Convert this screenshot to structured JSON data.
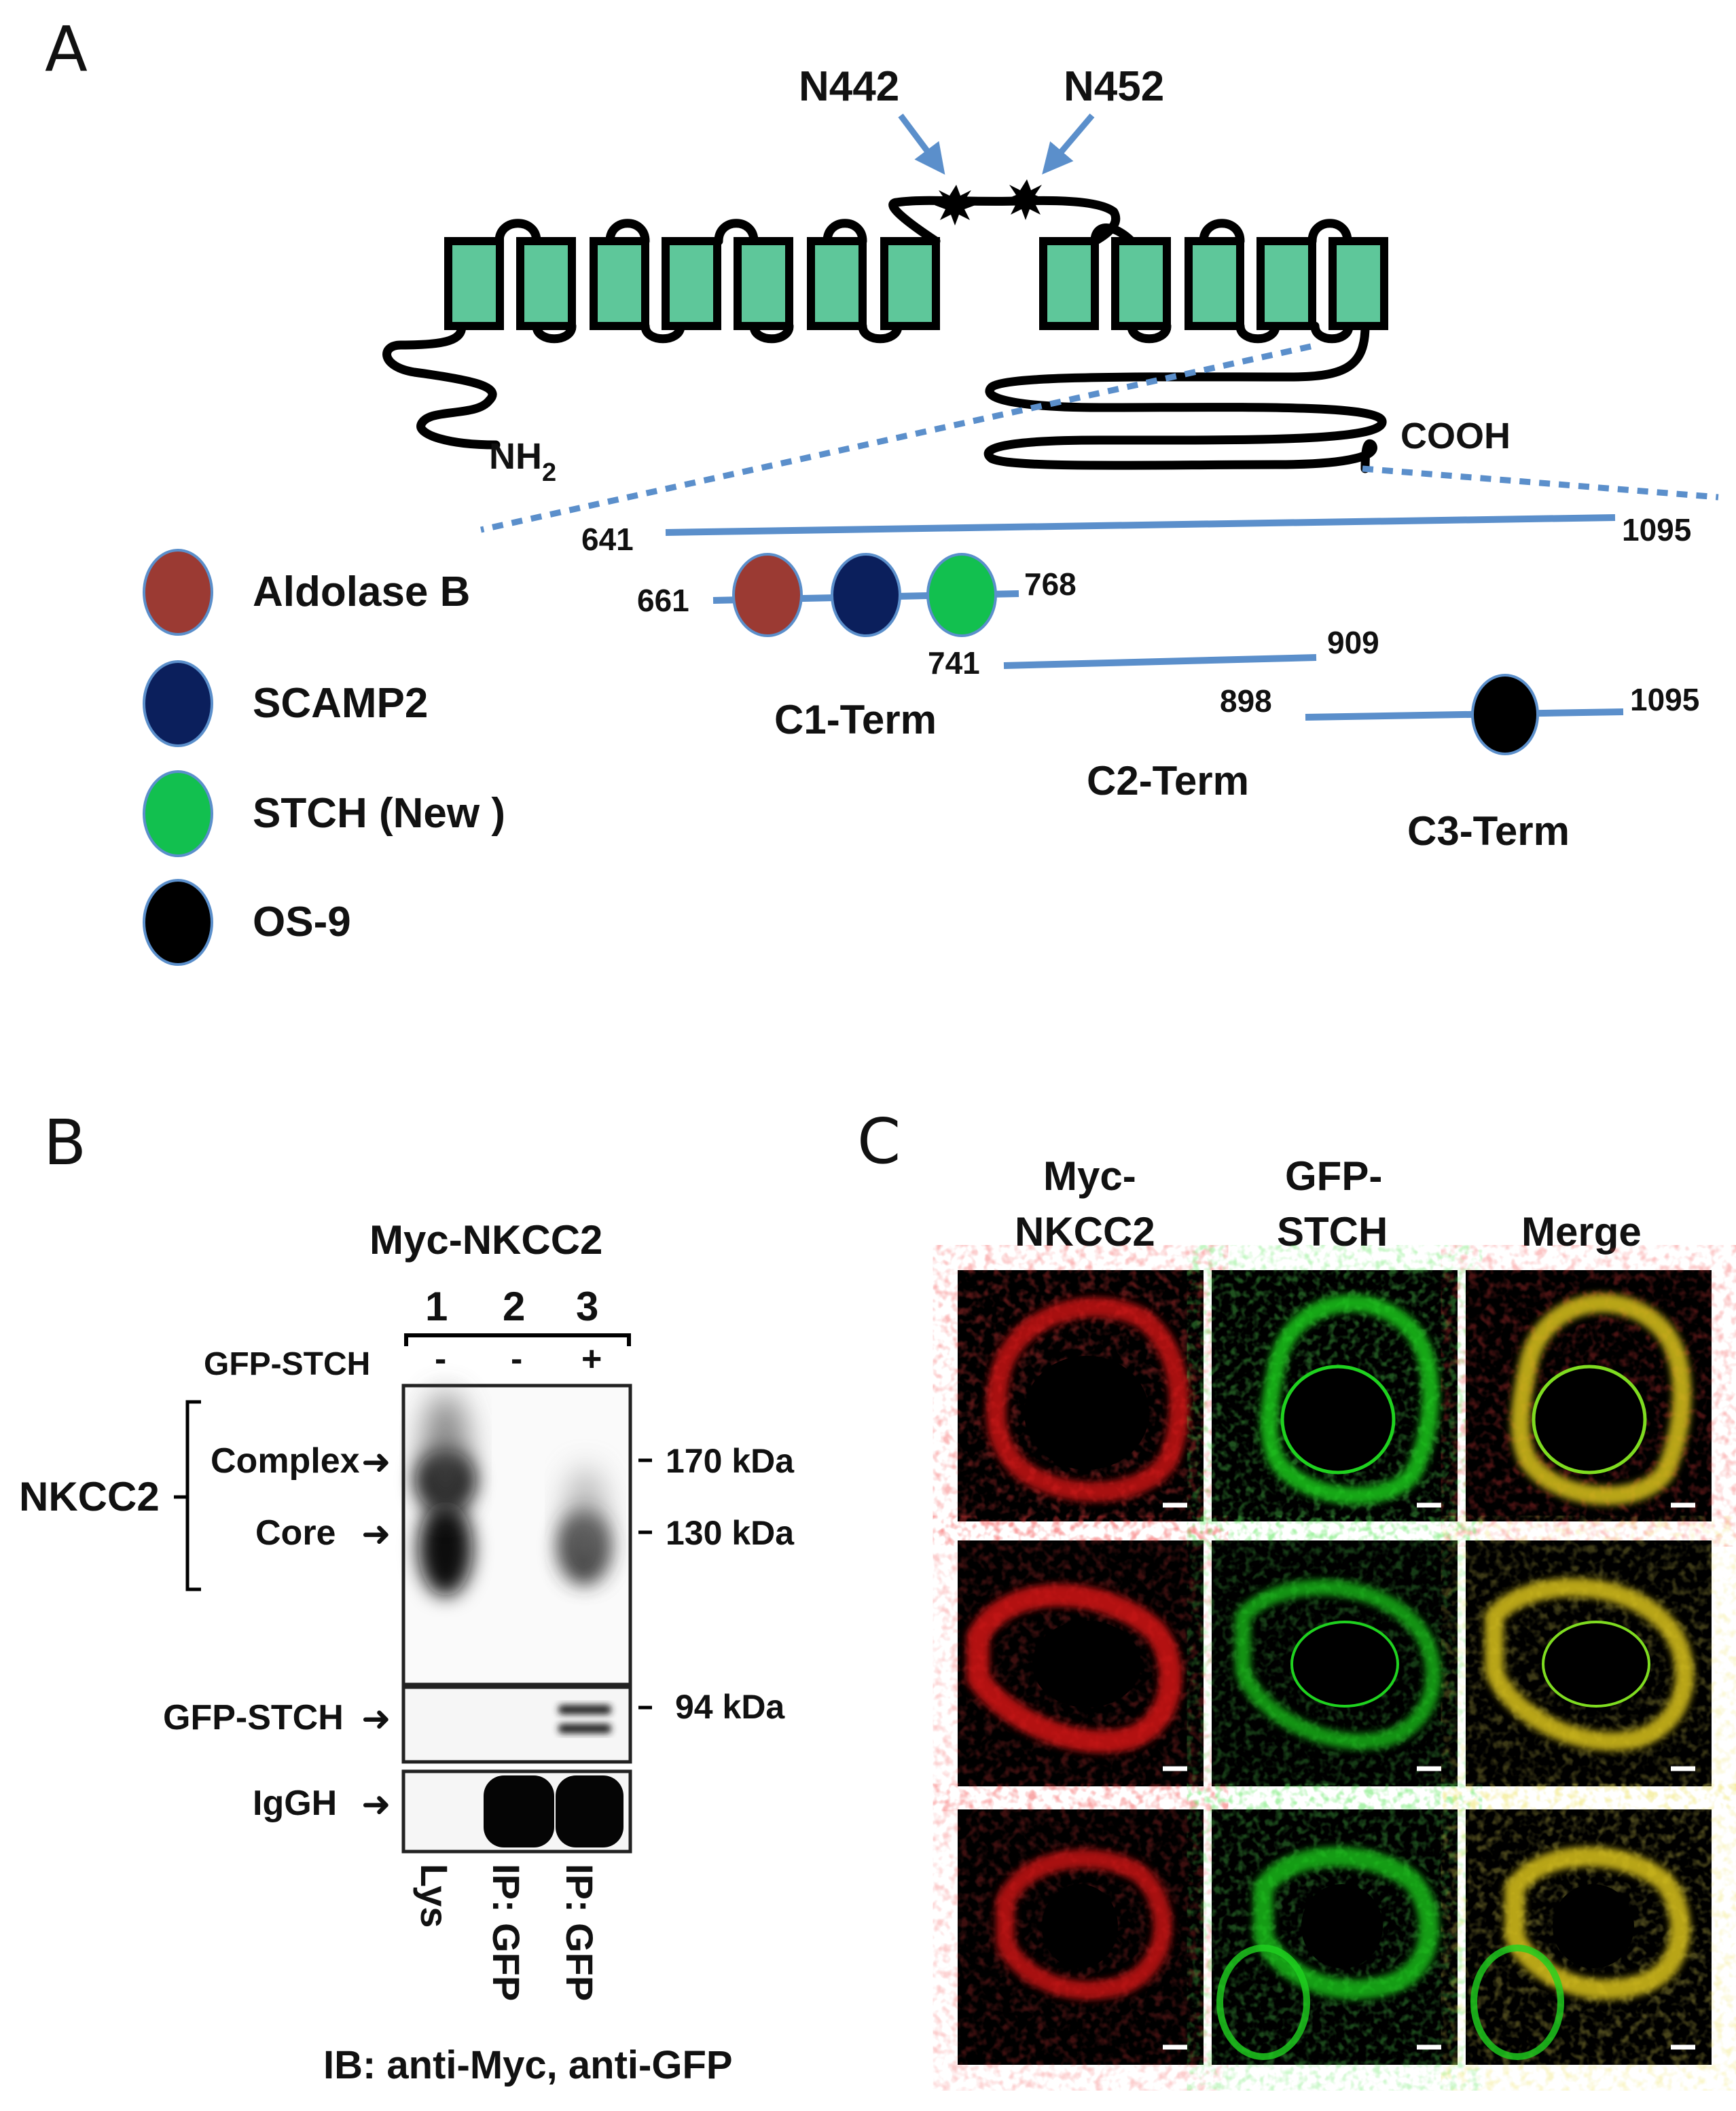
{
  "panelA": {
    "letter": "A",
    "glyco_sites": [
      "N442",
      "N452"
    ],
    "nh2_label": "NH",
    "nh2_sub": "2",
    "cooh_label": "COOH",
    "legend": [
      {
        "label": "Aldolase B",
        "color": "#9b3a33"
      },
      {
        "label": "SCAMP2",
        "color": "#0b1f5c"
      },
      {
        "label": "STCH (New )",
        "color": "#12c04f"
      },
      {
        "label": "OS-9",
        "color": "#000000"
      }
    ],
    "residues": {
      "r641": "641",
      "r1095a": "1095",
      "r661": "661",
      "r768": "768",
      "r741": "741",
      "r909": "909",
      "r898": "898",
      "r1095b": "1095"
    },
    "constructs": {
      "c1": "C1-Term",
      "c2": "C2-Term",
      "c3": "C3-Term"
    },
    "colors": {
      "tm_fill": "#5ec79a",
      "line_blue": "#5b8fcb",
      "arrow_blue": "#5b8fcb"
    }
  },
  "panelB": {
    "letter": "B",
    "title": "Myc-NKCC2",
    "lanes": [
      "1",
      "2",
      "3"
    ],
    "gfp_row_label": "GFP-STCH",
    "gfp_signs": [
      "-",
      "-",
      "+"
    ],
    "nkcc2_label": "NKCC2",
    "complex_label": "Complex",
    "core_label": "Core",
    "gfp_band_label": "GFP-STCH",
    "iggh_label": "IgGH",
    "markers": [
      "170 kDa",
      "130 kDa",
      "94 kDa"
    ],
    "lane_labels": [
      "Lys",
      "IP: GFP",
      "IP: GFP"
    ],
    "ib_label": "IB: anti-Myc, anti-GFP"
  },
  "panelC": {
    "letter": "C",
    "columns": [
      {
        "line1": "Myc-",
        "line2": "NKCC2",
        "color": "#e01818"
      },
      {
        "line1": "GFP-",
        "line2": "STCH",
        "color": "#1fd21f"
      },
      {
        "line1": "",
        "line2": "Merge",
        "color": "#d9c21a"
      }
    ]
  }
}
